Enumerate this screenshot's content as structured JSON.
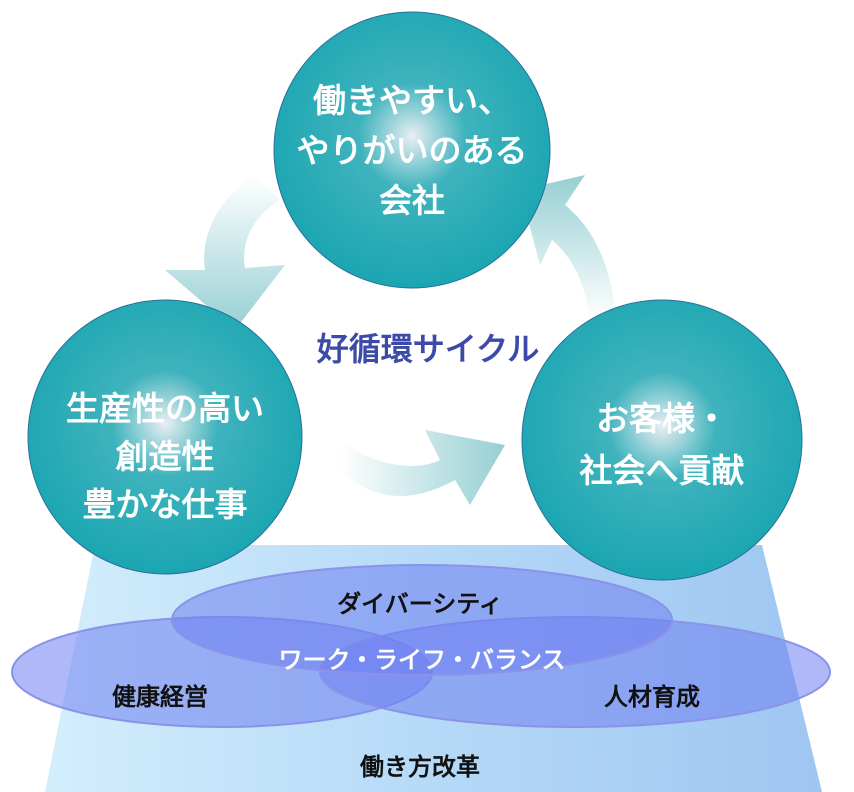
{
  "cycle_label": "好循環サイクル",
  "circles": {
    "top": [
      "働きやすい、",
      "やりがいのある",
      "会社"
    ],
    "left": [
      "生産性の高い",
      "創造性",
      "豊かな仕事"
    ],
    "right": [
      "お客様・",
      "社会へ貢献"
    ]
  },
  "foundation": {
    "diversity": "ダイバーシティ",
    "wlb": "ワーク・ライフ・バランス",
    "health": "健康経営",
    "talent": "人材育成",
    "reform": "働き方改革"
  },
  "colors": {
    "circle": "#1fa8b4",
    "arrow": "#9fd3d6",
    "ellipse": "#6f7ff0",
    "base": "#a9d4f5"
  }
}
